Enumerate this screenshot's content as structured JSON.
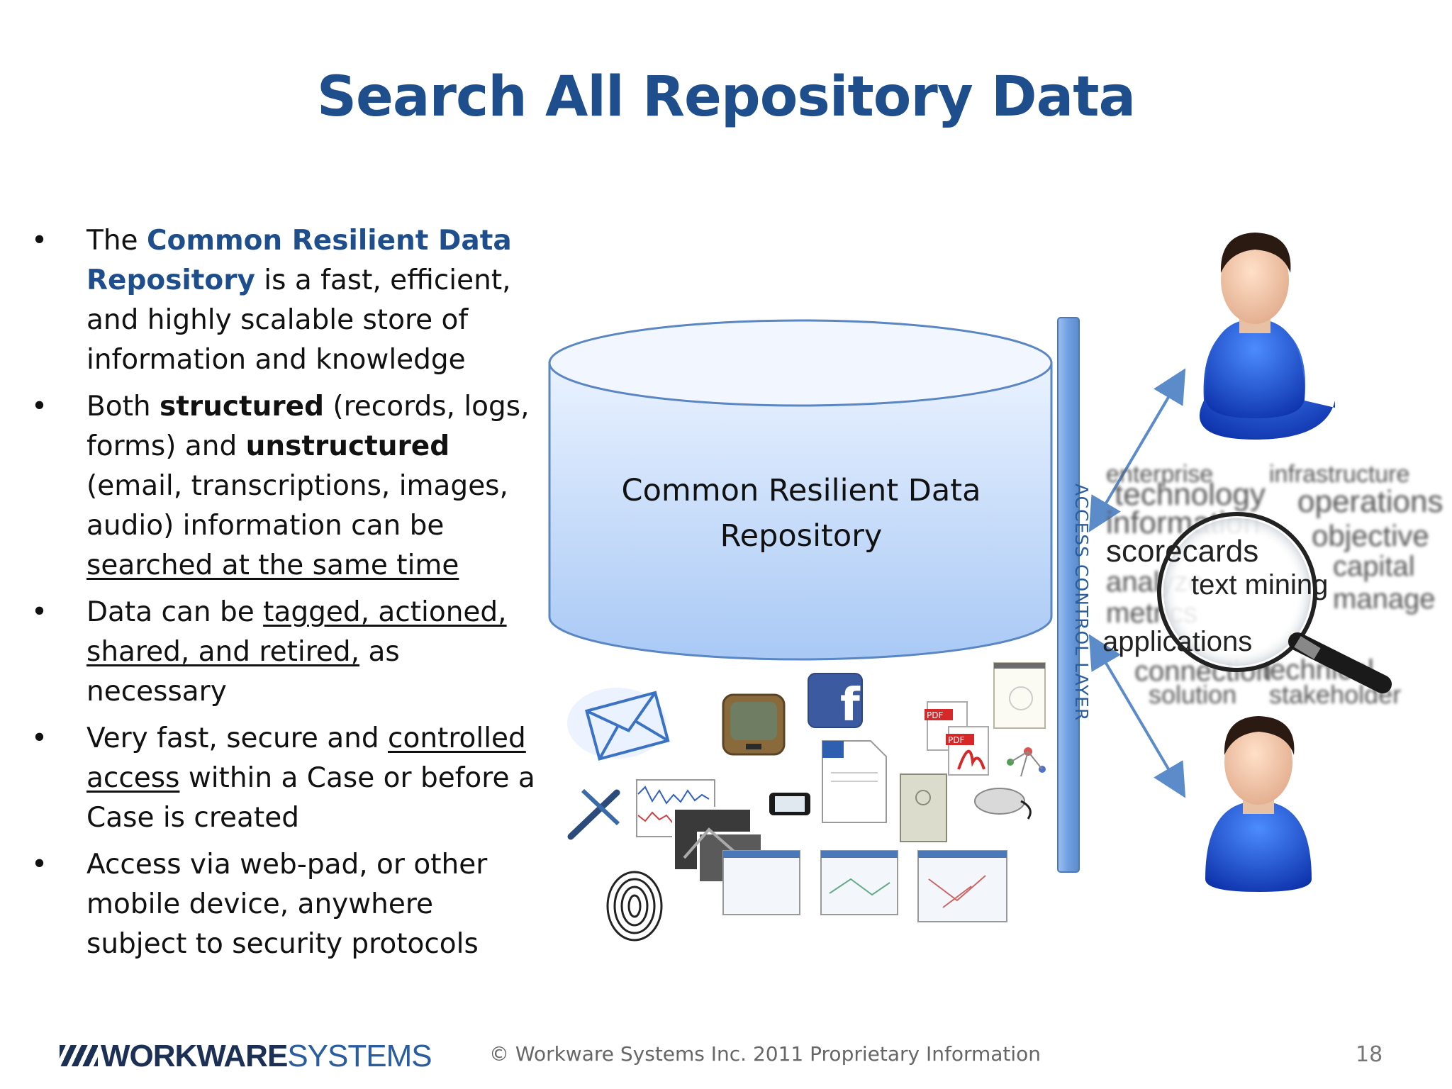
{
  "slide": {
    "title": "Search All Repository Data",
    "bullets": [
      {
        "parts": [
          [
            "The ",
            ""
          ],
          [
            "Common Resilient Data Repository",
            "blue"
          ],
          [
            " is a fast, efficient, and highly scalable store of information and knowledge",
            ""
          ]
        ]
      },
      {
        "parts": [
          [
            "Both ",
            ""
          ],
          [
            "structured",
            "bold"
          ],
          [
            " (records, logs, forms) and ",
            ""
          ],
          [
            "unstructured",
            "bold"
          ],
          [
            " (email, transcriptions, images, audio) information can be ",
            ""
          ],
          [
            "searched at the same time",
            "u"
          ]
        ]
      },
      {
        "parts": [
          [
            "Data can be ",
            ""
          ],
          [
            "tagged, actioned, shared, and retired,",
            "u"
          ],
          [
            " as necessary",
            ""
          ]
        ]
      },
      {
        "parts": [
          [
            "Very fast, secure and ",
            ""
          ],
          [
            "controlled access",
            "u"
          ],
          [
            " within a Case or before a Case is created",
            ""
          ]
        ]
      },
      {
        "parts": [
          [
            "Access via web-pad, or other mobile device, anywhere subject to security protocols",
            ""
          ]
        ]
      }
    ],
    "bullet_glyph": "•"
  },
  "diagram": {
    "repository_label_line1": "Common Resilient Data",
    "repository_label_line2": "Repository",
    "access_layer_label": "ACCESS CONTROL LAYER",
    "media_icons": [
      "email-icon",
      "video-icon",
      "facebook-icon",
      "pdf-icon",
      "notepad-icon",
      "pen-icon",
      "waveform-icon",
      "photo-icon",
      "phone-icon",
      "document-icon",
      "certificate-icon",
      "device-icon",
      "fingerprint-icon",
      "screenshot-icon",
      "mindmap-icon"
    ],
    "pdf_label": "PDF",
    "facebook_label": "f",
    "word_cloud": [
      "enterprise",
      "infrastructure",
      "technology",
      "operations",
      "information",
      "objective",
      "scorecards",
      "capital",
      "analyze",
      "text mining",
      "manage",
      "metrics",
      "applications",
      "connection",
      "technical",
      "solution",
      "stakeholder"
    ],
    "colors": {
      "title": "#1f4e8c",
      "cylinder_top": "#eaf2ff",
      "cylinder_bottom": "#a9c9f5",
      "acl_bar": "#7aa7e6",
      "arrow": "#5b8bc9",
      "user_shirt": "#1b4fd1"
    }
  },
  "footer": {
    "logo_bold": "WORKWARE",
    "logo_light": "SYSTEMS",
    "copyright": "© Workware Systems Inc. 2011  Proprietary Information",
    "page_number": "18"
  }
}
